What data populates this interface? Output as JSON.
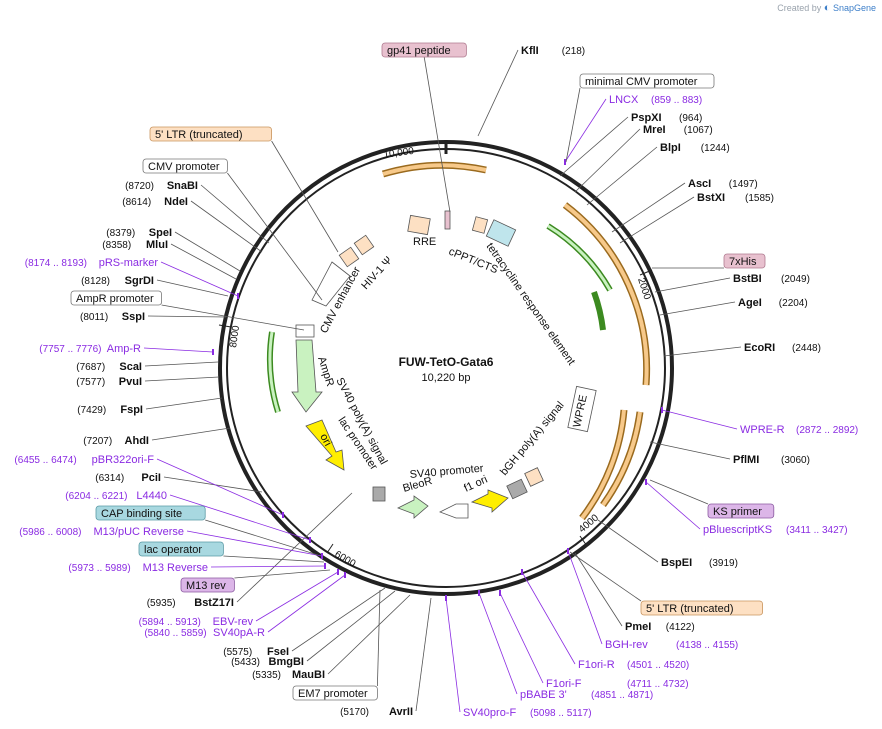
{
  "brand": {
    "prefix": "Created by",
    "name": "SnapGene"
  },
  "plasmid": {
    "name": "FUW-TetO-Gata6",
    "size_label": "10,220 bp",
    "length": 10220
  },
  "ticks": [
    {
      "label": "10,000",
      "pos": 10000
    },
    {
      "label": "2000",
      "pos": 2000
    },
    {
      "label": "4000",
      "pos": 4000
    },
    {
      "label": "6000",
      "pos": 6000
    },
    {
      "label": "8000",
      "pos": 8000
    }
  ],
  "sites": [
    {
      "name": "KflI",
      "pos": "(218)"
    },
    {
      "name": "PspXI",
      "pos": "(964)"
    },
    {
      "name": "MreI",
      "pos": "(1067)"
    },
    {
      "name": "BlpI",
      "pos": "(1244)"
    },
    {
      "name": "AscI",
      "pos": "(1497)"
    },
    {
      "name": "BstXI",
      "pos": "(1585)"
    },
    {
      "name": "BstBI",
      "pos": "(2049)"
    },
    {
      "name": "AgeI",
      "pos": "(2204)"
    },
    {
      "name": "EcoRI",
      "pos": "(2448)"
    },
    {
      "name": "PflMI",
      "pos": "(3060)"
    },
    {
      "name": "BspEI",
      "pos": "(3919)"
    },
    {
      "name": "PmeI",
      "pos": "(4122)"
    },
    {
      "name": "SnaBI",
      "pos": "(8720)"
    },
    {
      "name": "NdeI",
      "pos": "(8614)"
    },
    {
      "name": "SpeI",
      "pos": "(8379)"
    },
    {
      "name": "MluI",
      "pos": "(8358)"
    },
    {
      "name": "SgrDI",
      "pos": "(8128)"
    },
    {
      "name": "SspI",
      "pos": "(8011)"
    },
    {
      "name": "ScaI",
      "pos": "(7687)"
    },
    {
      "name": "PvuI",
      "pos": "(7577)"
    },
    {
      "name": "FspI",
      "pos": "(7429)"
    },
    {
      "name": "AhdI",
      "pos": "(7207)"
    },
    {
      "name": "PciI",
      "pos": "(6314)"
    },
    {
      "name": "BstZ17I",
      "pos": "(5935)"
    },
    {
      "name": "FseI",
      "pos": "(5575)"
    },
    {
      "name": "BmgBI",
      "pos": "(5433)"
    },
    {
      "name": "MauBI",
      "pos": "(5335)"
    },
    {
      "name": "AvrII",
      "pos": "(5170)"
    }
  ],
  "primers": [
    {
      "name": "LNCX",
      "pos": "(859 .. 883)"
    },
    {
      "name": "pRS-marker",
      "pos": "(8174 .. 8193)"
    },
    {
      "name": "Amp-R",
      "pos": "(7757 .. 7776)"
    },
    {
      "name": "pBR322ori-F",
      "pos": "(6455 .. 6474)"
    },
    {
      "name": "L4440",
      "pos": "(6204 .. 6221)"
    },
    {
      "name": "M13/pUC Reverse",
      "pos": "(5986 .. 6008)"
    },
    {
      "name": "M13 Reverse",
      "pos": "(5973 .. 5989)"
    },
    {
      "name": "EBV-rev",
      "pos": "(5894 .. 5913)"
    },
    {
      "name": "SV40pA-R",
      "pos": "(5840 .. 5859)"
    },
    {
      "name": "WPRE-R",
      "pos": "(2872 .. 2892)"
    },
    {
      "name": "pBluescriptKS",
      "pos": "(3411 .. 3427)"
    },
    {
      "name": "BGH-rev",
      "pos": "(4138 .. 4155)"
    },
    {
      "name": "F1ori-R",
      "pos": "(4501 .. 4520)"
    },
    {
      "name": "F1ori-F",
      "pos": "(4711 .. 4732)"
    },
    {
      "name": "pBABE 3'",
      "pos": "(4851 .. 4871)"
    },
    {
      "name": "SV40pro-F",
      "pos": "(5098 .. 5117)"
    }
  ],
  "feature_boxes": [
    {
      "name": "gp41 peptide",
      "fill": "#e8c1cf",
      "stroke": "#b07b90"
    },
    {
      "name": "minimal CMV promoter",
      "fill": "#ffffff",
      "stroke": "#777777"
    },
    {
      "name": "5' LTR (truncated)",
      "fill": "#fde0c3",
      "stroke": "#c9955f"
    },
    {
      "name": "CMV promoter",
      "fill": "#ffffff",
      "stroke": "#777777"
    },
    {
      "name": "7xHis",
      "fill": "#e8c1cf",
      "stroke": "#b07b90"
    },
    {
      "name": "AmpR promoter",
      "fill": "#ffffff",
      "stroke": "#777777"
    },
    {
      "name": "KS primer",
      "fill": "#dcb6e8",
      "stroke": "#8a5aa0"
    },
    {
      "name": "5' LTR (truncated)",
      "fill": "#fde0c3",
      "stroke": "#c9955f"
    },
    {
      "name": "CAP binding site",
      "fill": "#a8d8e0",
      "stroke": "#5a9aa5"
    },
    {
      "name": "lac operator",
      "fill": "#a8d8e0",
      "stroke": "#5a9aa5"
    },
    {
      "name": "M13 rev",
      "fill": "#dcb6e8",
      "stroke": "#8a5aa0"
    },
    {
      "name": "EM7 promoter",
      "fill": "#ffffff",
      "stroke": "#777777"
    }
  ],
  "inner_labels": {
    "rre": "RRE",
    "cppt": "cPPT/CTS",
    "tet": "tetracycline response element",
    "hiv": "HIV-1 Ψ",
    "cmv_enh": "CMV enhancer",
    "ampr": "AmpR",
    "wpre": "WPRE",
    "bgh": "bGH poly(A) signal",
    "sv40pa": "SV40 poly(A) signal",
    "lacp": "lac promoter",
    "ori": "ori",
    "f1ori": "f1 ori",
    "sv40p": "SV40 promoter",
    "bleor": "BleoR"
  },
  "colors": {
    "backbone": "#222222",
    "orf": "#f7c98a",
    "orf_stroke": "#9a6a1e",
    "green": "#c9f2c0",
    "green_dark": "#3c8a20",
    "ori_yellow": "#ffee00",
    "primer": "#8a2be2"
  }
}
